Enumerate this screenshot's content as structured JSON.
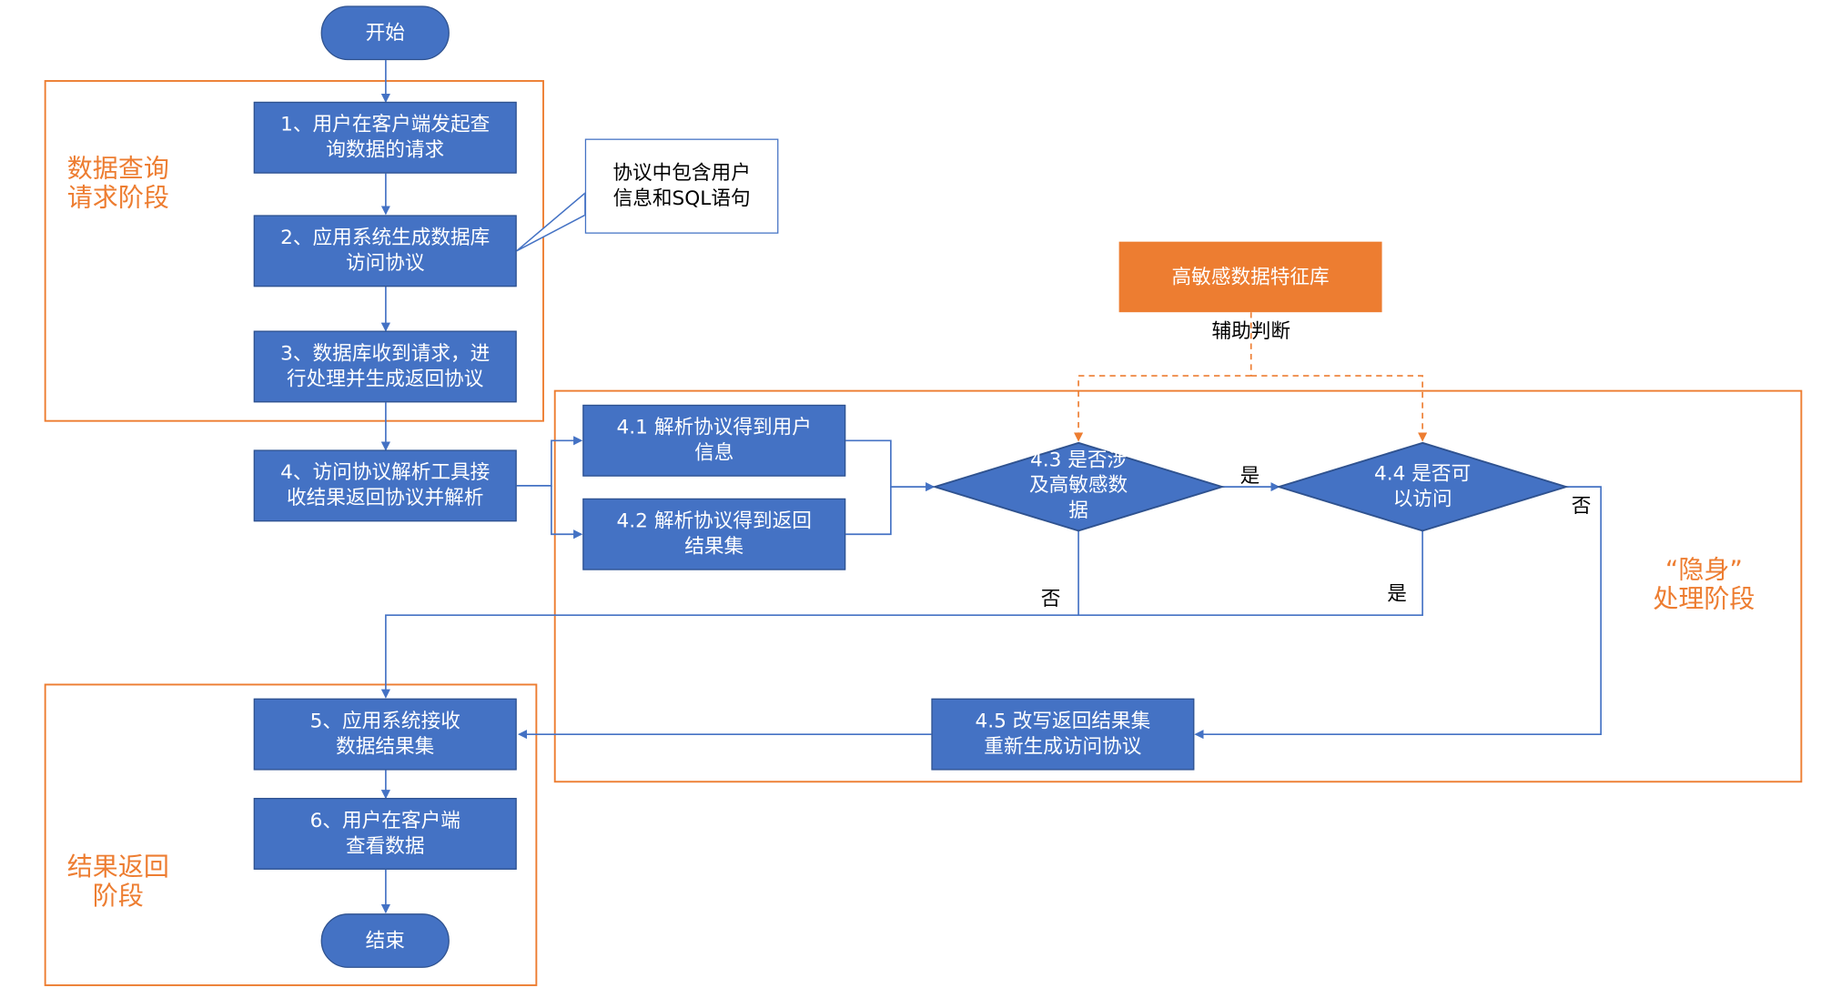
{
  "nodes": {
    "start": "开始",
    "step1": "1、用户在客户端发起查\n询数据的请求",
    "step2": "2、应用系统生成数据库\n访问协议",
    "step3": "3、数据库收到请求，进\n行处理并生成返回协议",
    "step4": "4、访问协议解析工具接\n收结果返回协议并解析",
    "step41": "4.1  解析协议得到用户\n信息",
    "step42": "4.2  解析协议得到返回\n结果集",
    "decision43": "4.3 是否涉\n及高敏感数\n据",
    "decision44": "4.4 是否可\n以访问",
    "step45": "4.5 改写返回结果集\n重新生成访问协议",
    "step5": "5、应用系统接收\n数据结果集",
    "step6": "6、用户在客户端\n查看数据",
    "end": "结束",
    "note": "协议中包含用户\n信息和SQL语句",
    "feature_db": "高敏感数据特征库"
  },
  "stages": {
    "request": "数据查询\n请求阶段",
    "stealth": "“隐身”\n处理阶段",
    "return": "结果返回\n阶段"
  },
  "edge_labels": {
    "assist": "辅助判断",
    "yes_43_to_44": "是",
    "no_44": "否",
    "no_43": "否",
    "yes_44_down": "是"
  },
  "colors": {
    "box_fill": "#4472c4",
    "box_border": "#2f528f",
    "stage_orange": "#ed7d31",
    "line_blue": "#4472c4"
  }
}
